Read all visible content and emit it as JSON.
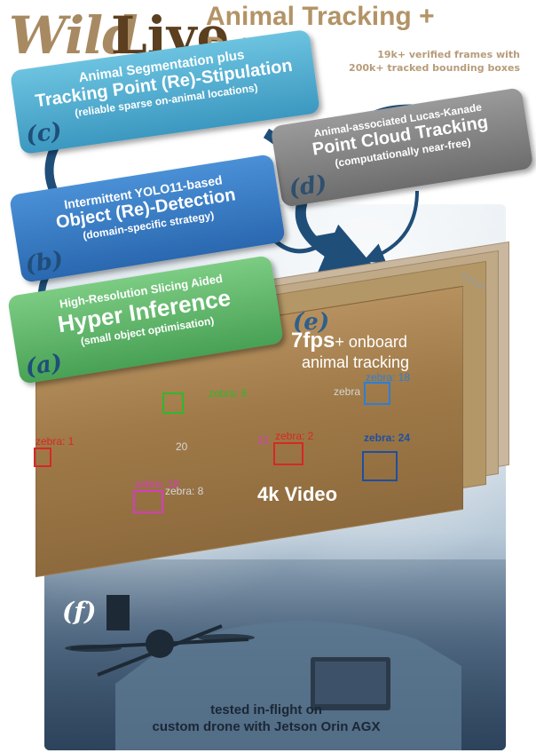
{
  "header": {
    "logo_wild": "Wild",
    "logo_live": "Live",
    "title": "Animal Tracking + Dataset",
    "stats_line1": "19k+ verified frames with",
    "stats_line2": "200k+ tracked bounding boxes"
  },
  "cards": {
    "c": {
      "tag": "(c)",
      "line1": "Animal Segmentation plus",
      "line2": "Tracking Point (Re)-Stipulation",
      "line3": "(reliable sparse on-animal locations)",
      "color": "#4fb0d6"
    },
    "d": {
      "tag": "(d)",
      "line1": "Animal-associated Lucas-Kanade",
      "line2": "Point Cloud Tracking",
      "line3": "(computationally near-free)",
      "color": "#808080"
    },
    "b": {
      "tag": "(b)",
      "line1": "Intermittent YOLO11-based",
      "line2": "Object (Re)-Detection",
      "line3": "(domain-specific strategy)",
      "color": "#3a7cc4"
    },
    "a": {
      "tag": "(a)",
      "line1": "High-Resolution Slicing Aided",
      "line2": "Hyper Inference",
      "line3": "(small object optimisation)",
      "color": "#5cb568"
    }
  },
  "video": {
    "tag": "(e)",
    "fps_main": "7fps",
    "fps_plus": "+ onboard",
    "fps_line2": "animal tracking",
    "video_label": "4k Video",
    "time_label": "time",
    "detections": [
      {
        "text": "zebra: 5",
        "color": "#2eb82e"
      },
      {
        "text": "zebra: 1",
        "color": "#d62828"
      },
      {
        "text": "zebra: 2",
        "color": "#d62828"
      },
      {
        "text": "zebra: 24",
        "color": "#1e4fa0"
      },
      {
        "text": "zebra: 18",
        "color": "#2a7fd6"
      },
      {
        "text": "zebra: 16",
        "color": "#d63cbf"
      },
      {
        "text": "20",
        "color": "#d6d6d6"
      },
      {
        "text": "21",
        "color": "#d63cbf"
      },
      {
        "text": "zebra",
        "color": "#d6d6d6"
      },
      {
        "text": "zebra: 8",
        "color": "#d6d6d6"
      }
    ]
  },
  "footer": {
    "tag": "(f)",
    "line1": "tested in-flight on",
    "line2": "custom drone with Jetson Orin AGX"
  }
}
